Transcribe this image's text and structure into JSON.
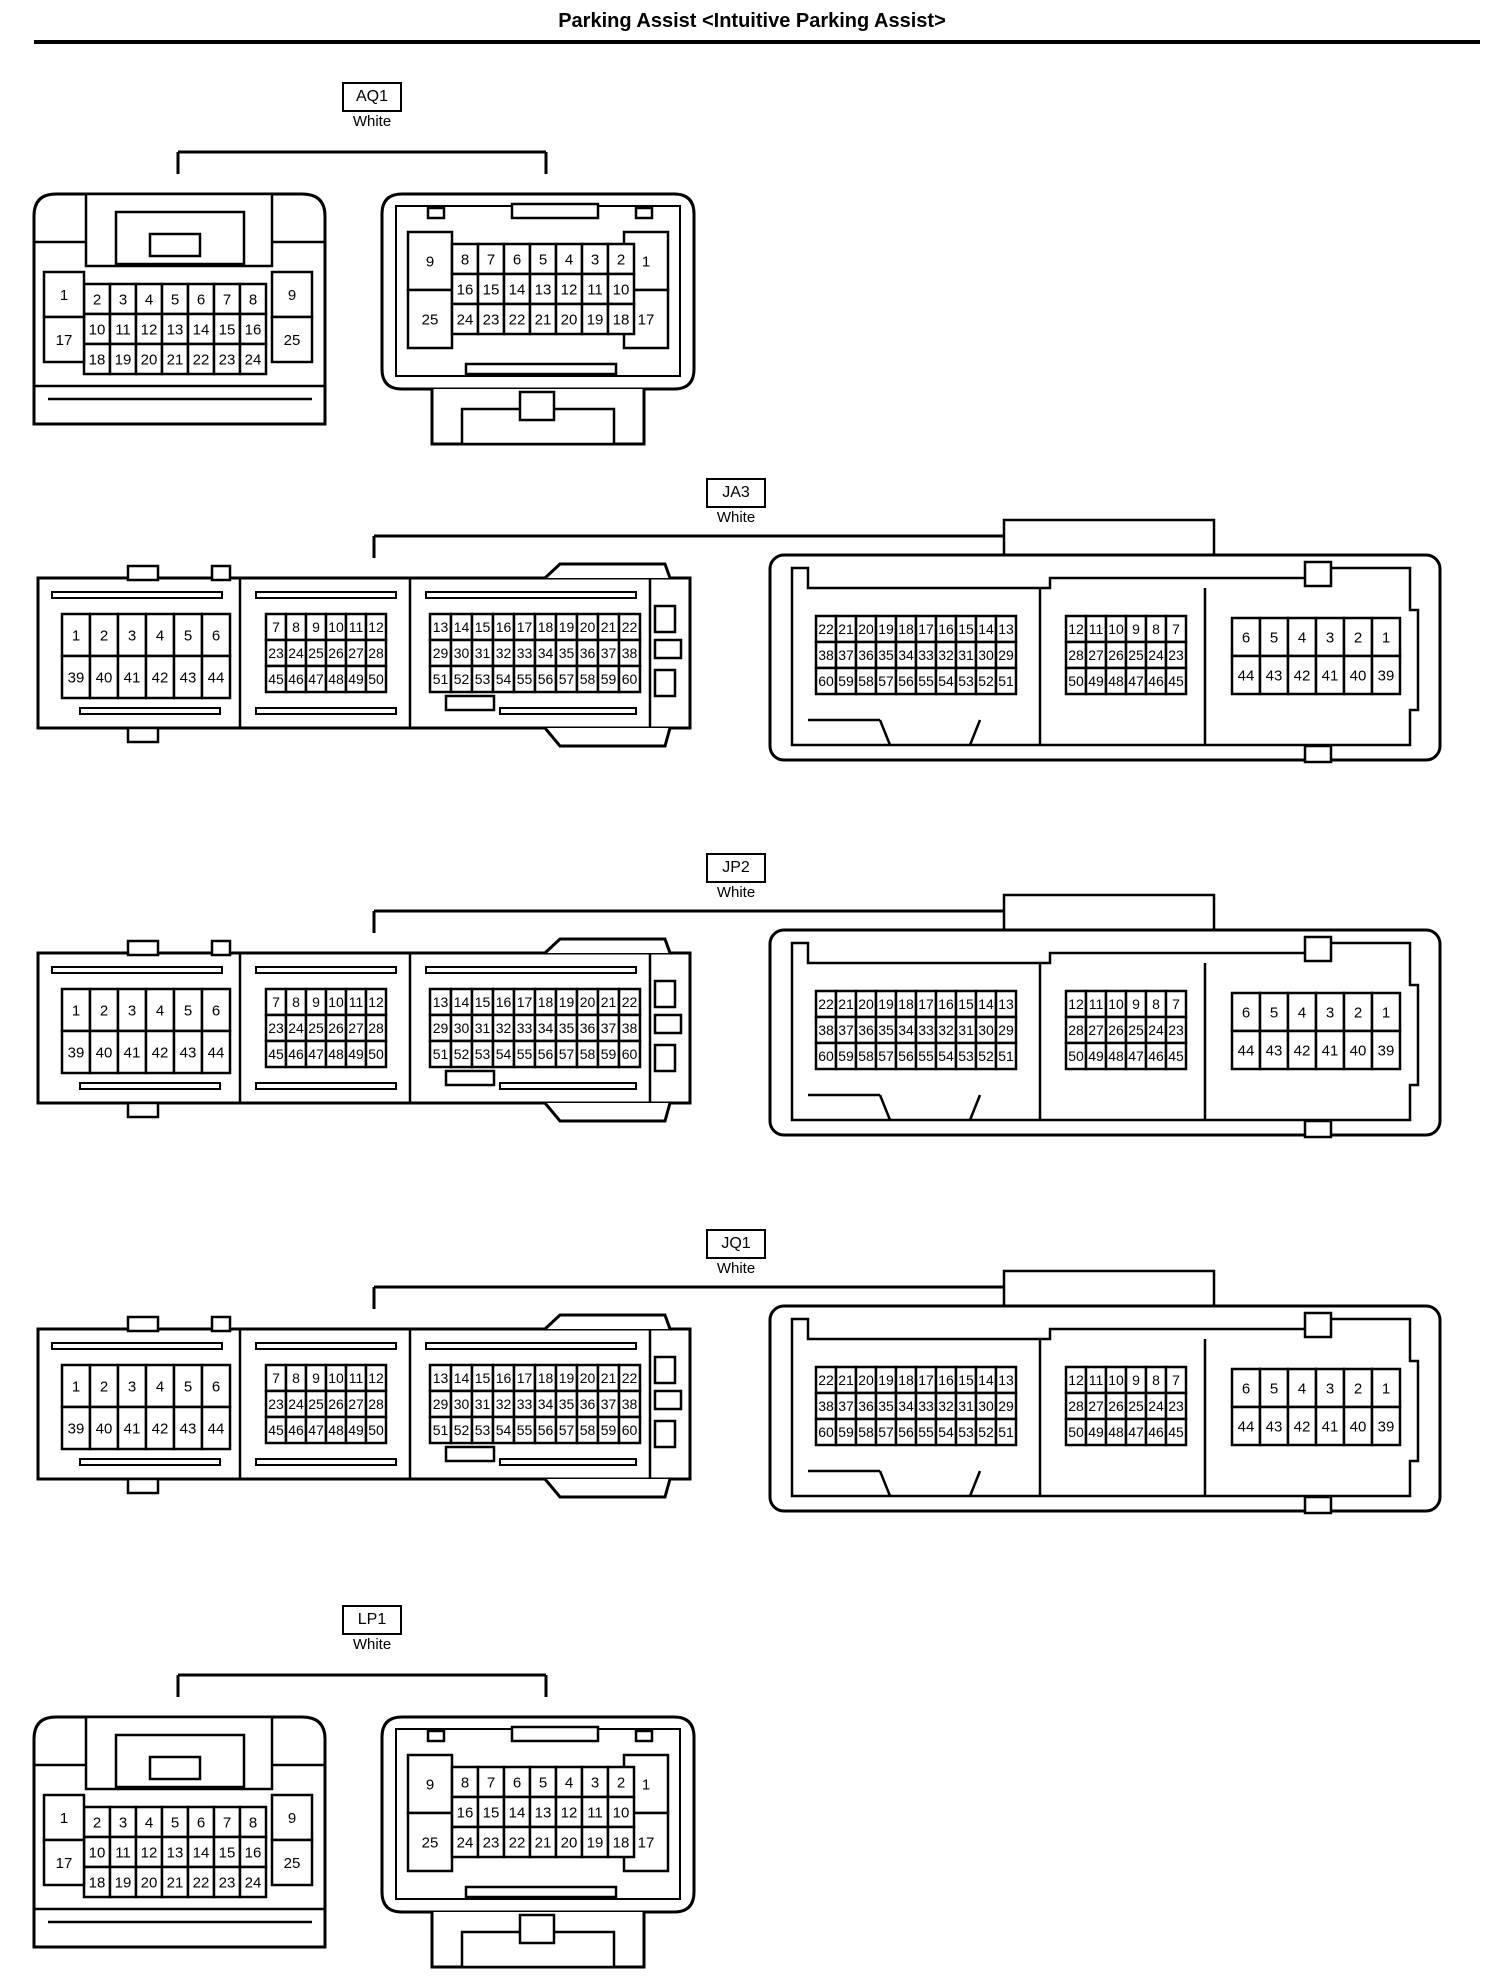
{
  "title": "Parking Assist <Intuitive Parking Assist>",
  "connectors": [
    {
      "id": "AQ1",
      "color": "White",
      "style": "small"
    },
    {
      "id": "JA3",
      "color": "White",
      "style": "large"
    },
    {
      "id": "JP2",
      "color": "White",
      "style": "large"
    },
    {
      "id": "JQ1",
      "color": "White",
      "style": "large"
    },
    {
      "id": "LP1",
      "color": "White",
      "style": "small"
    }
  ],
  "small_layout": {
    "left_rows": [
      [
        "2",
        "3",
        "4",
        "5",
        "6",
        "7",
        "8"
      ],
      [
        "10",
        "11",
        "12",
        "13",
        "14",
        "15",
        "16"
      ],
      [
        "18",
        "19",
        "20",
        "21",
        "22",
        "23",
        "24"
      ]
    ],
    "left_side_a": [
      "1",
      "17"
    ],
    "left_side_b": [
      "9",
      "25"
    ],
    "right_rows": [
      [
        "8",
        "7",
        "6",
        "5",
        "4",
        "3",
        "2"
      ],
      [
        "16",
        "15",
        "14",
        "13",
        "12",
        "11",
        "10"
      ],
      [
        "24",
        "23",
        "22",
        "21",
        "20",
        "19",
        "18"
      ]
    ],
    "right_side_a": [
      "9",
      "25"
    ],
    "right_side_b": [
      "1",
      "17"
    ]
  },
  "large_layout": {
    "left_g1": [
      [
        "1",
        "2",
        "3",
        "4",
        "5",
        "6"
      ],
      [
        "39",
        "40",
        "41",
        "42",
        "43",
        "44"
      ]
    ],
    "left_g2": [
      [
        "7",
        "8",
        "9",
        "10",
        "11",
        "12"
      ],
      [
        "23",
        "24",
        "25",
        "26",
        "27",
        "28"
      ],
      [
        "45",
        "46",
        "47",
        "48",
        "49",
        "50"
      ]
    ],
    "left_g3": [
      [
        "13",
        "14",
        "15",
        "16",
        "17",
        "18",
        "19",
        "20",
        "21",
        "22"
      ],
      [
        "29",
        "30",
        "31",
        "32",
        "33",
        "34",
        "35",
        "36",
        "37",
        "38"
      ],
      [
        "51",
        "52",
        "53",
        "54",
        "55",
        "56",
        "57",
        "58",
        "59",
        "60"
      ]
    ],
    "right_g1": [
      [
        "22",
        "21",
        "20",
        "19",
        "18",
        "17",
        "16",
        "15",
        "14",
        "13"
      ],
      [
        "38",
        "37",
        "36",
        "35",
        "34",
        "33",
        "32",
        "31",
        "30",
        "29"
      ],
      [
        "60",
        "59",
        "58",
        "57",
        "56",
        "55",
        "54",
        "53",
        "52",
        "51"
      ]
    ],
    "right_g2": [
      [
        "12",
        "11",
        "10",
        "9",
        "8",
        "7"
      ],
      [
        "28",
        "27",
        "26",
        "25",
        "24",
        "23"
      ],
      [
        "50",
        "49",
        "48",
        "47",
        "46",
        "45"
      ]
    ],
    "right_g3": [
      [
        "6",
        "5",
        "4",
        "3",
        "2",
        "1"
      ],
      [
        "44",
        "43",
        "42",
        "41",
        "40",
        "39"
      ]
    ]
  }
}
